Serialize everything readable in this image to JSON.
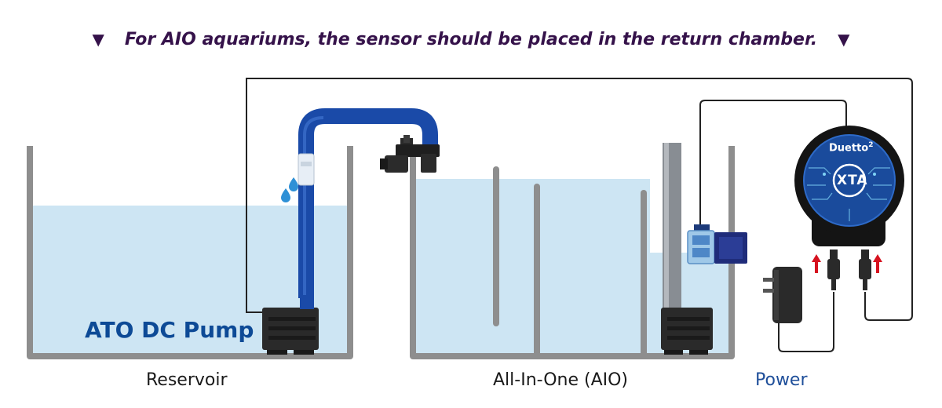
{
  "header": {
    "text": "For AIO aquariums, the sensor should be placed in the return chamber.",
    "marker_left": "▼",
    "marker_right": "▼"
  },
  "labels": {
    "pump": "ATO DC Pump",
    "reservoir": "Reservoir",
    "aio": "All-In-One (AIO)",
    "power": "Power"
  },
  "controller": {
    "brand": "Duetto",
    "brand_superscript": "2",
    "logo": "XTA"
  },
  "colors": {
    "water": "#cde5f3",
    "tank_wall": "#8e8e8e",
    "tube": "#1a4aa8",
    "arrow": "#d6121f",
    "header_text": "#35124a",
    "pump_label": "#0d4a96"
  }
}
